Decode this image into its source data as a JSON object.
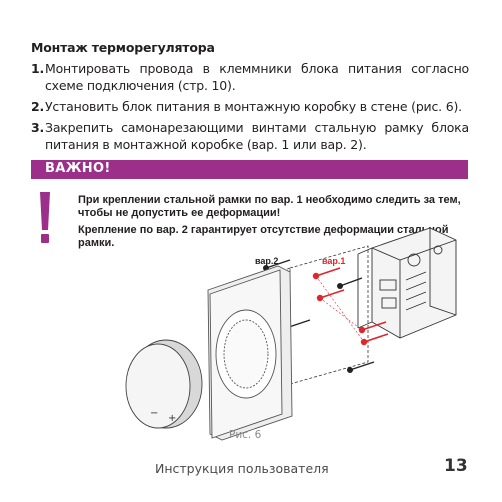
{
  "heading": "Монтаж терморегулятора",
  "steps": [
    {
      "num": "1.",
      "text": "Монтировать провода в клеммники блока питания согласно схеме подключения (стр. 10)."
    },
    {
      "num": "2.",
      "text": "Установить блок питания в монтажную коробку в стене (рис. 6)."
    },
    {
      "num": "3.",
      "text": "Закрепить самонарезающими винтами стальную рамку блока питания в монтажной коробке (вар. 1 или вар. 2)."
    }
  ],
  "warning": {
    "label": "ВАЖНО!",
    "text1": "При креплении стальной рамки по вар. 1 необходимо следить за тем, чтобы не допустить ее деформации!",
    "text2": "Крепление по вар. 2 гарантирует отсутствие деформации стальной рамки."
  },
  "figure": {
    "label_var1": "вар.1",
    "label_var2": "вар.2",
    "caption": "Рис. 6",
    "knob_minus": "−",
    "knob_plus": "+"
  },
  "footer": {
    "title": "Инструкция пользователя",
    "page": "13"
  },
  "colors": {
    "accent": "#9b2f8a",
    "screw_red": "#e0262a"
  }
}
